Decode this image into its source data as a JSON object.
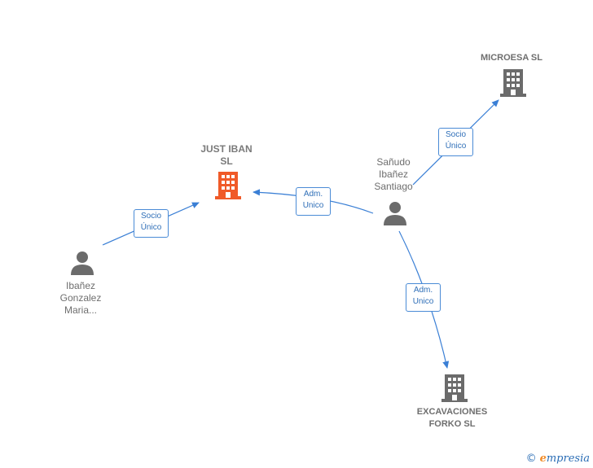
{
  "colors": {
    "edge": "#3a7fd5",
    "company_primary": "#f05a28",
    "company": "#6b6b6b",
    "person": "#6b6b6b"
  },
  "nodes": {
    "just_iban": {
      "label_line1": "JUST IBAN",
      "label_line2": "SL",
      "icon": "building-icon"
    },
    "microesa": {
      "label": "MICROESA SL",
      "icon": "building-icon"
    },
    "excavaciones": {
      "label_line1": "EXCAVACIONES",
      "label_line2": "FORKO SL",
      "icon": "building-icon"
    },
    "sanudo": {
      "label_line1": "Sañudo",
      "label_line2": "Ibañez",
      "label_line3": "Santiago",
      "icon": "person-icon"
    },
    "ibanez": {
      "label_line1": "Ibañez",
      "label_line2": "Gonzalez",
      "label_line3": "Maria...",
      "icon": "person-icon"
    }
  },
  "edges": {
    "ibanez_to_just": {
      "line1": "Socio",
      "line2": "Único"
    },
    "sanudo_to_just": {
      "line1": "Adm.",
      "line2": "Unico"
    },
    "sanudo_to_microesa": {
      "line1": "Socio",
      "line2": "Único"
    },
    "sanudo_to_excavaciones": {
      "line1": "Adm.",
      "line2": "Unico"
    }
  },
  "brand": {
    "copyright": "©",
    "name_first": "e",
    "name_rest": "mpresia"
  }
}
